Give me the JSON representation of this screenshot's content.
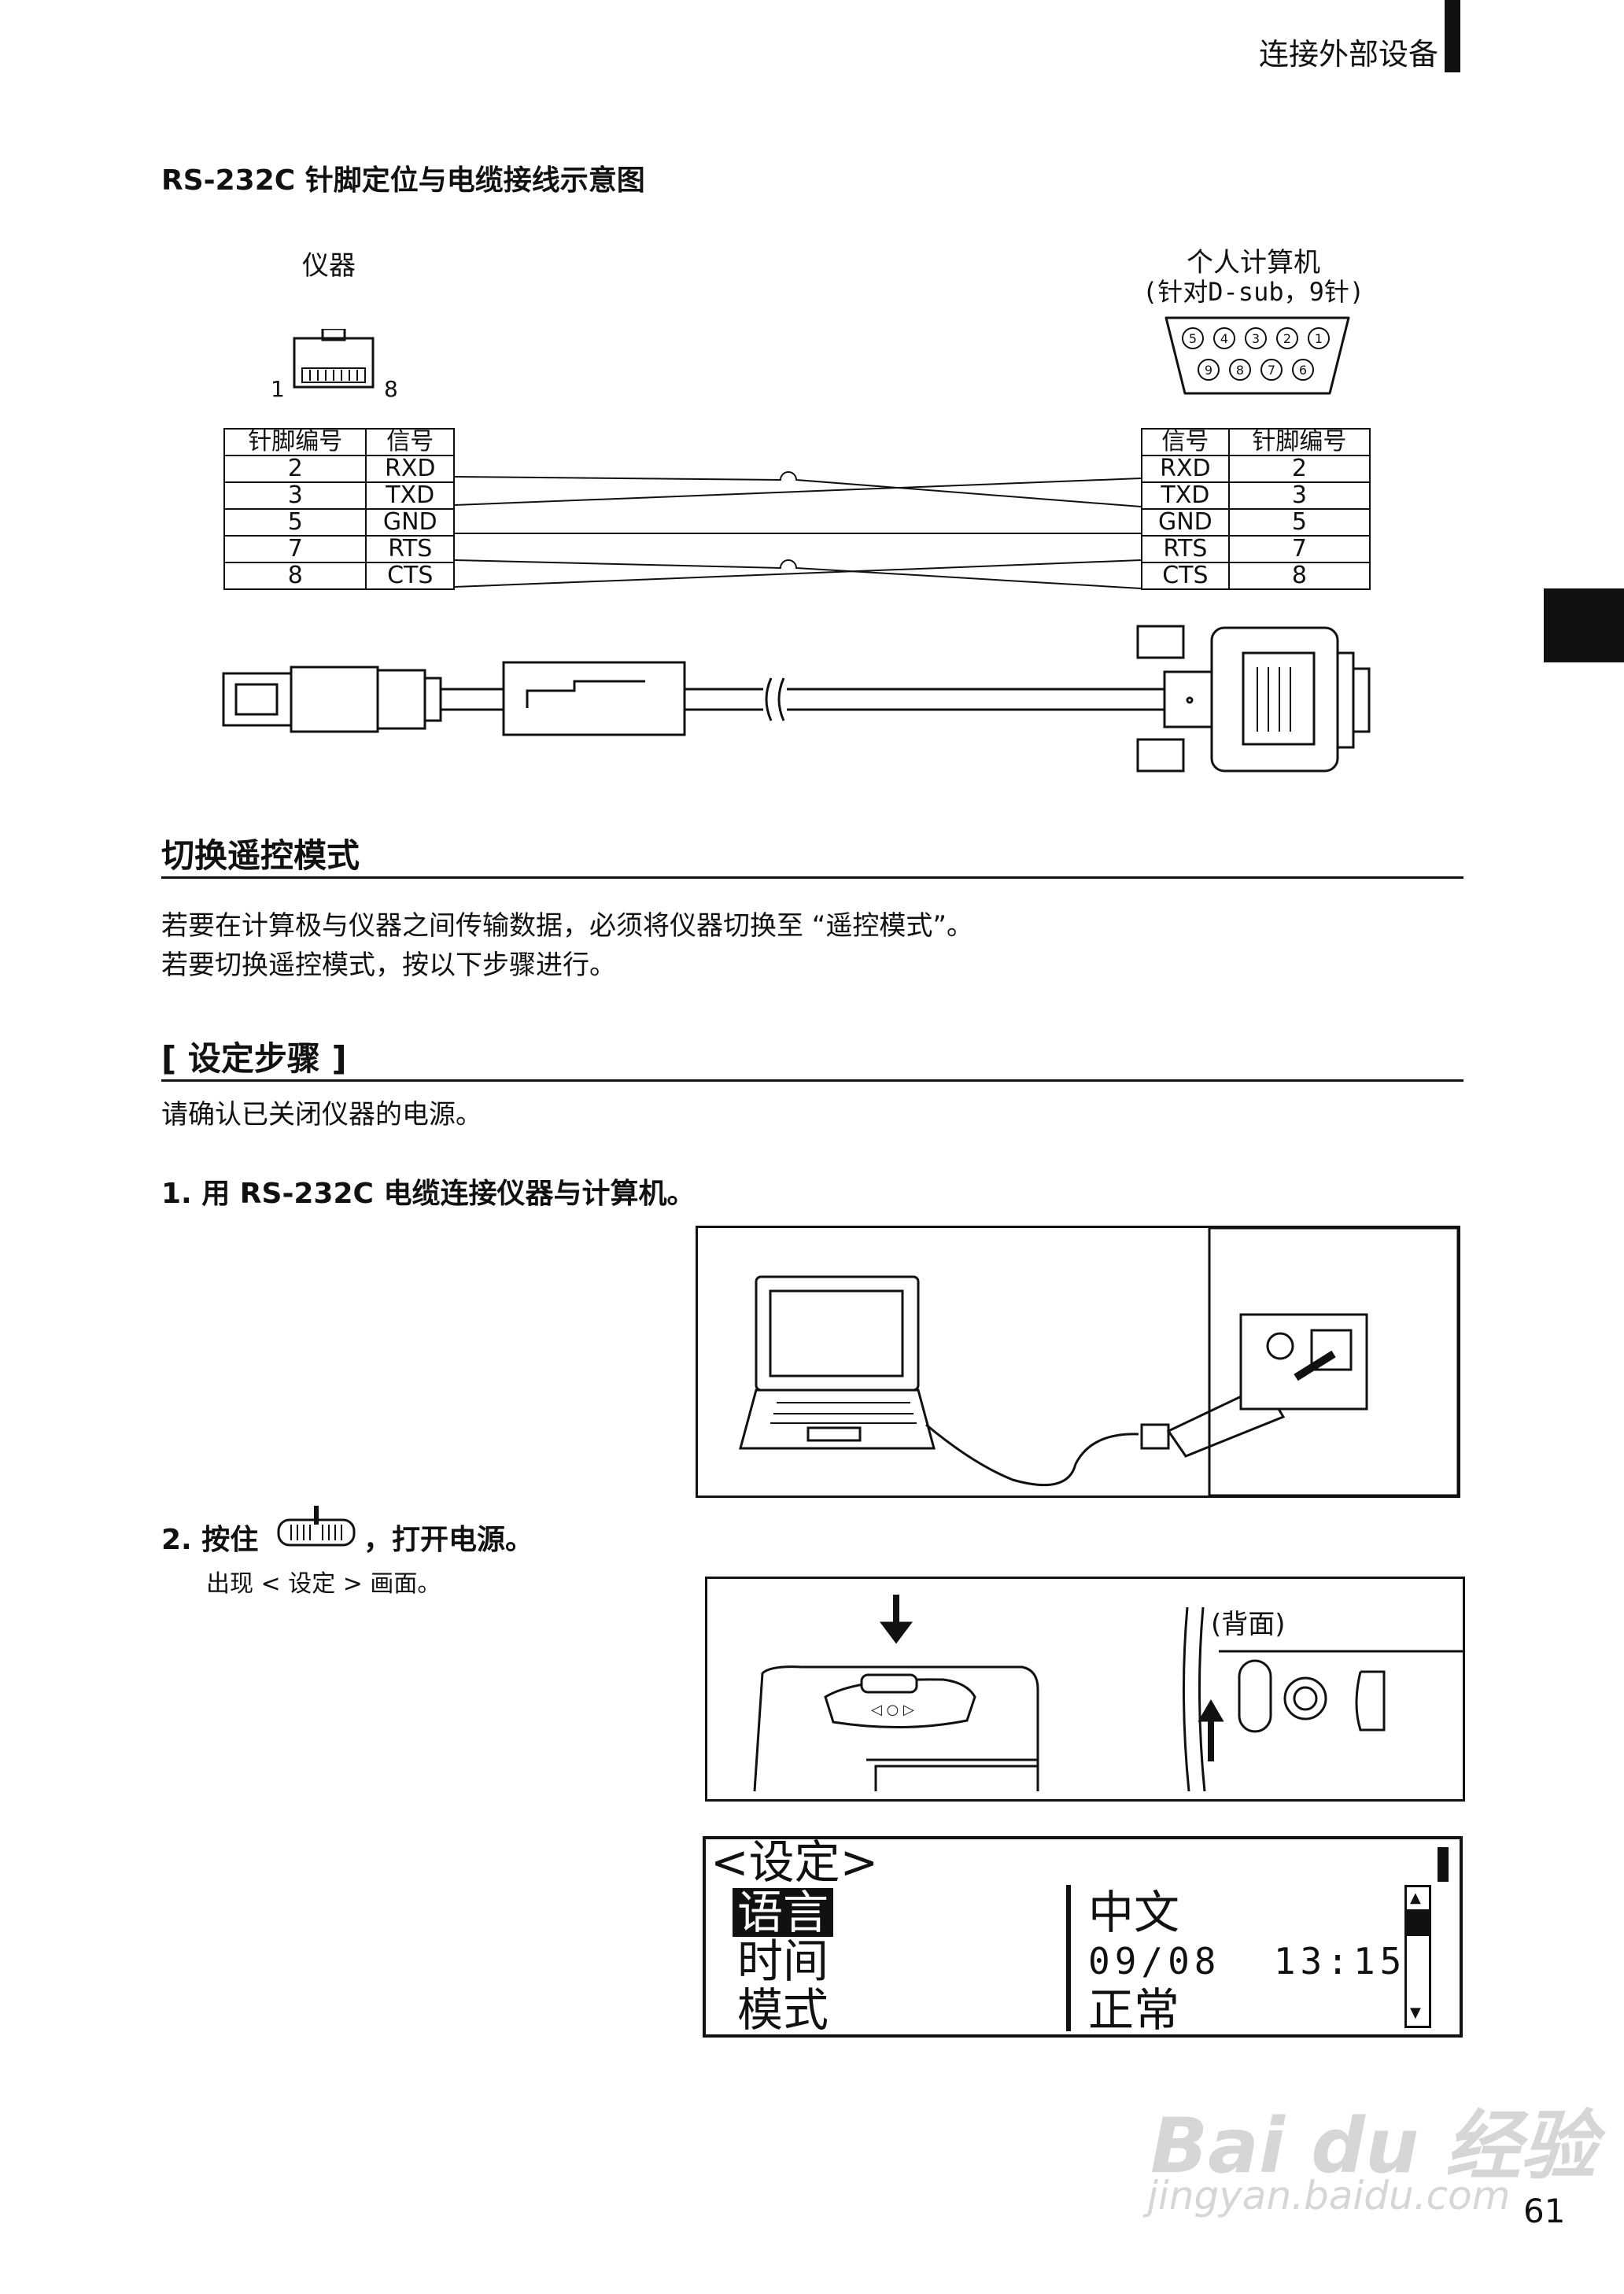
{
  "header": {
    "title": "连接外部设备"
  },
  "page_number": "61",
  "figure": {
    "title": "RS-232C 针脚定位与电缆接线示意图",
    "device_label": "仪器",
    "pc_label": "个人计算机",
    "pc_sub_label": "(针对D-sub，9针)",
    "rj_pin_left": "1",
    "rj_pin_right": "8",
    "dsub_top_pins": [
      "5",
      "4",
      "3",
      "2",
      "1"
    ],
    "dsub_bottom_pins": [
      "9",
      "8",
      "7",
      "6"
    ],
    "left_table": {
      "headers": [
        "针脚编号",
        "信号"
      ],
      "rows": [
        [
          "2",
          "RXD"
        ],
        [
          "3",
          "TXD"
        ],
        [
          "5",
          "GND"
        ],
        [
          "7",
          "RTS"
        ],
        [
          "8",
          "CTS"
        ]
      ]
    },
    "right_table": {
      "headers": [
        "信号",
        "针脚编号"
      ],
      "rows": [
        [
          "RXD",
          "2"
        ],
        [
          "TXD",
          "3"
        ],
        [
          "GND",
          "5"
        ],
        [
          "RTS",
          "7"
        ],
        [
          "CTS",
          "8"
        ]
      ]
    }
  },
  "section1": {
    "heading": "切换遥控模式",
    "line1": "若要在计算极与仪器之间传输数据，必须将仪器切换至 “遥控模式”。",
    "line2": "若要切换遥控模式，按以下步骤进行。"
  },
  "section2": {
    "heading": "[ 设定步骤 ]",
    "intro": "请确认已关闭仪器的电源。",
    "step1": "1.  用 RS-232C 电缆连接仪器与计算机。",
    "step2_prefix": "2.  按住",
    "step2_suffix": "，打开电源。",
    "step2_note": "出现 < 设定 > 画面。",
    "back_label": "(背面)"
  },
  "lcd": {
    "title": "<设定>",
    "rows": [
      {
        "label": "语言",
        "value": "中文"
      },
      {
        "label": "时间",
        "value": "09/08  13:15"
      },
      {
        "label": "模式",
        "value": "正常"
      }
    ]
  },
  "watermark": {
    "brand": "Bai du 经验",
    "url": "jingyan.baidu.com"
  }
}
